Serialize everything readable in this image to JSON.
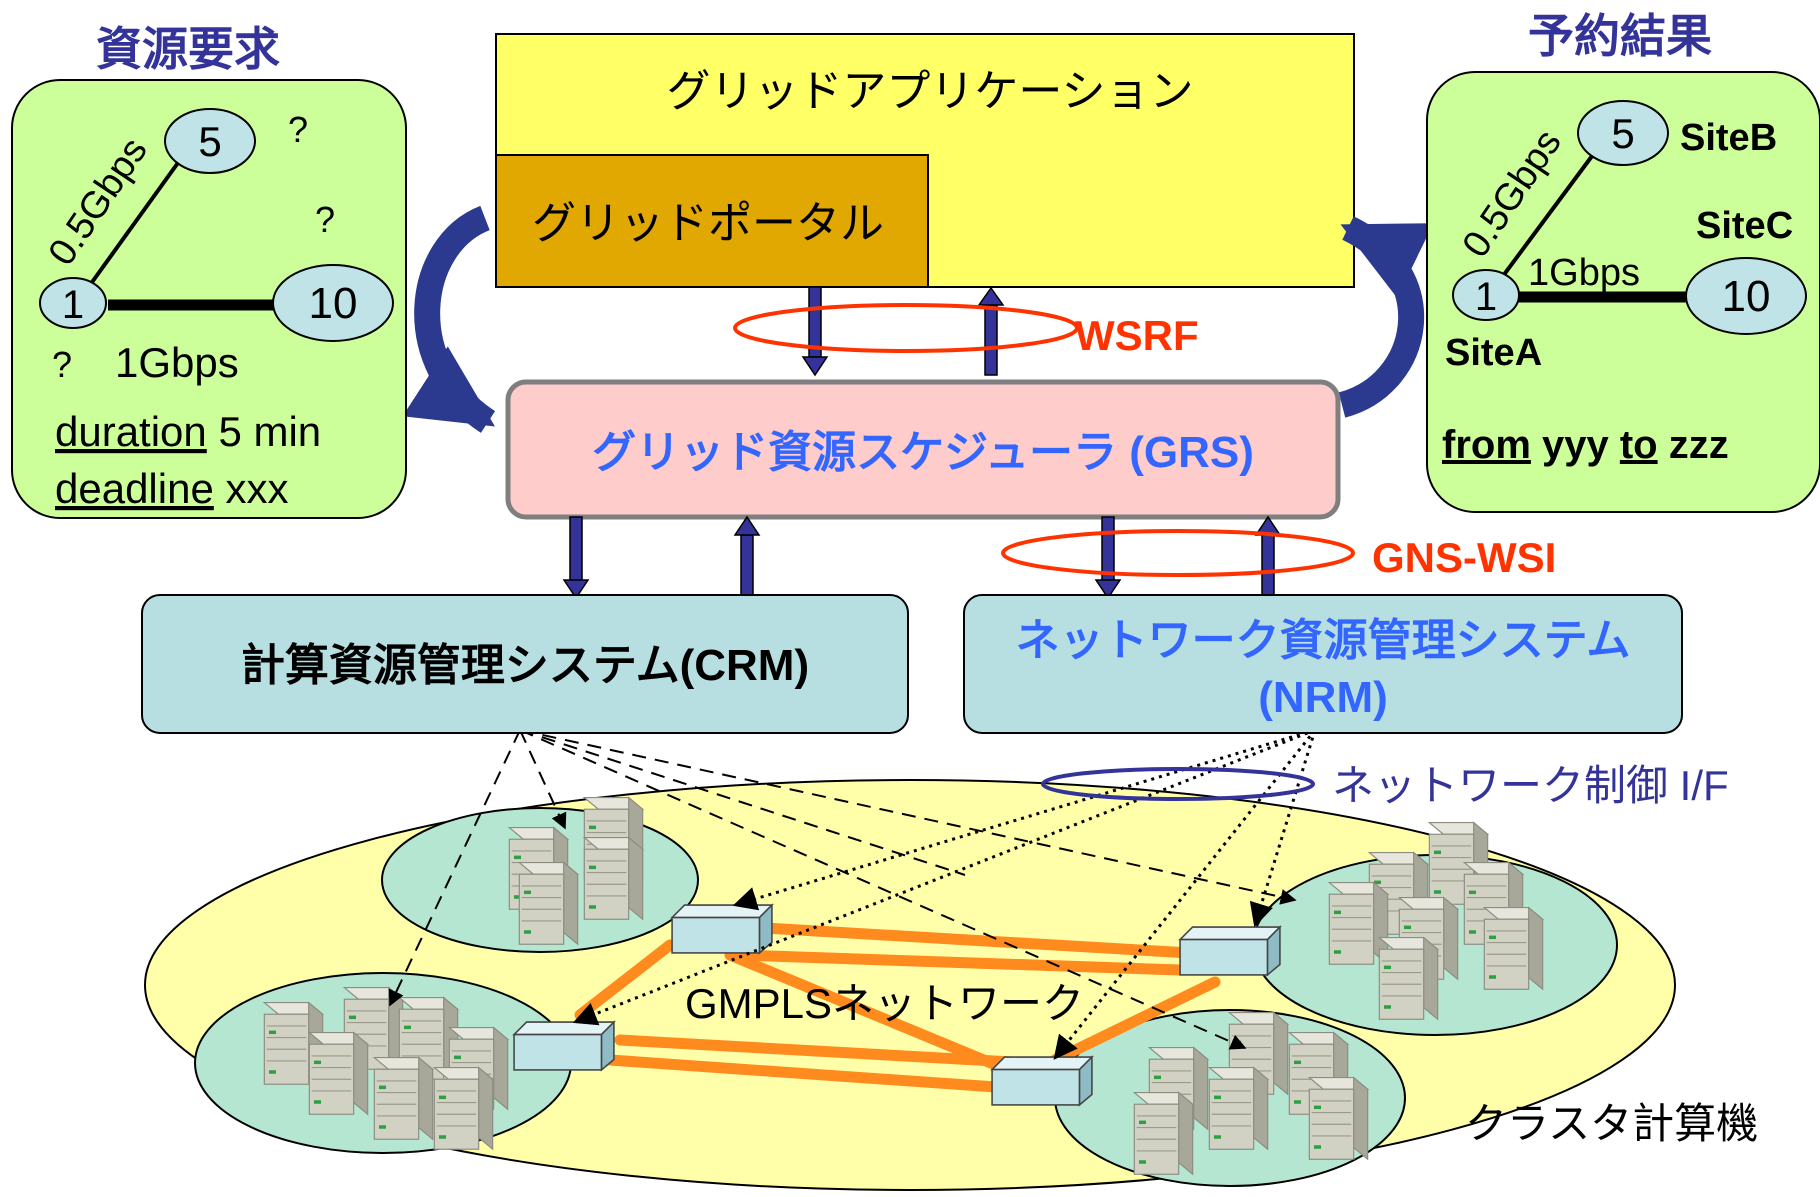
{
  "colors": {
    "request_panel": "#ccff99",
    "app_layer": "#ffff66",
    "portal": "#e0a800",
    "grs_box": "#ffcccc",
    "mgmt_box": "#b7dfe1",
    "node_fill": "#bfe3e6",
    "blue_text": "#3366ff",
    "navy_text": "#333399",
    "protocol_red": "#ff3300",
    "interface_blue": "#333399",
    "network_link": "#ff8a1e",
    "gmpls_area": "#ffffaa",
    "cluster_area": "#b4e6d1",
    "arrow_navy": "#2b3a8f"
  },
  "request": {
    "title": "資源要求",
    "node_a": "1",
    "node_b": "5",
    "node_c": "10",
    "link_ab": "0.5Gbps",
    "link_ac": "1Gbps",
    "q": "?",
    "duration_key": "duration",
    "duration_value": " 5 min",
    "deadline_key": "deadline",
    "deadline_value": " xxx"
  },
  "result": {
    "title": "予約結果",
    "node_a": "1",
    "node_b": "5",
    "node_c": "10",
    "link_ab": "0.5Gbps",
    "link_ac": "1Gbps",
    "site_a": "SiteA",
    "site_b": "SiteB",
    "site_c": "SiteC",
    "from": "from",
    "from_val": " yyy ",
    "to": "to",
    "to_val": " zzz"
  },
  "application": "グリッドアプリケーション",
  "portal": "グリッドポータル",
  "wsrf": "WSRF",
  "grs": "グリッド資源スケジューラ (GRS)",
  "gns_wsi": "GNS-WSI",
  "crm": "計算資源管理システム(CRM)",
  "nrm_line1": "ネットワーク資源管理システム",
  "nrm_line2": "(NRM)",
  "net_if": "ネットワーク制御 I/F",
  "gmpls": "GMPLSネットワーク",
  "cluster": "クラスタ計算機",
  "icons": [
    "server-rack-icon",
    "network-switch-icon"
  ]
}
